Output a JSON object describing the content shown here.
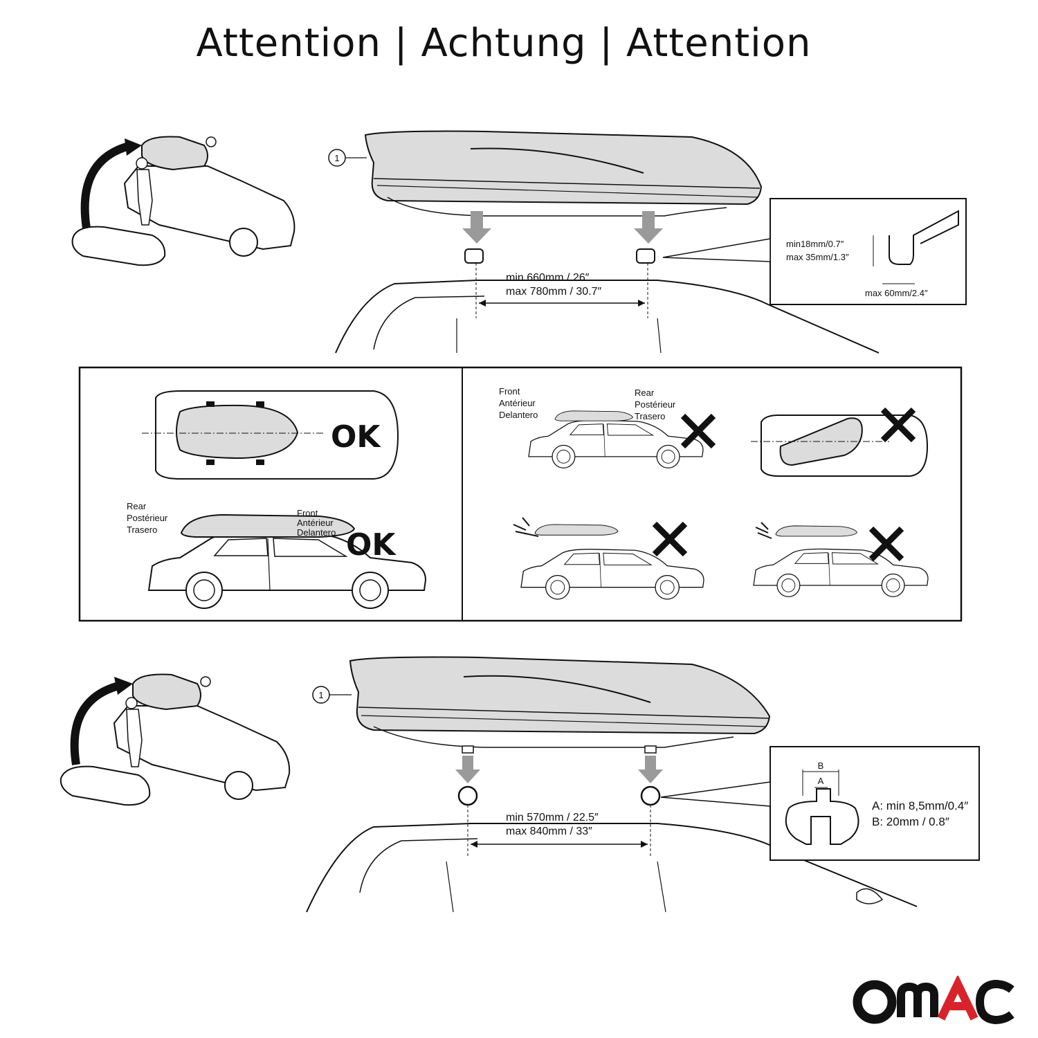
{
  "title": "Attention | Achtung | Attention",
  "section1": {
    "marker": "1",
    "spacing_min": "min 660mm / 26″",
    "spacing_max": "max 780mm / 30.7″",
    "bar_height_min": "min18mm/0.7″",
    "bar_height_max": "max 35mm/1.3″",
    "bar_width_max": "max 60mm/2.4″"
  },
  "placement": {
    "ok_label": "OK",
    "side_ok": {
      "rear": [
        "Rear",
        "Postérieur",
        "Trasero"
      ],
      "front": [
        "Front",
        "Antérieur",
        "Delantero"
      ],
      "verdict": "OK"
    },
    "side_wrong": {
      "front": [
        "Front",
        "Antérieur",
        "Delantero"
      ],
      "rear": [
        "Rear",
        "Postérieur",
        "Trasero"
      ]
    }
  },
  "section2": {
    "marker": "1",
    "spacing_min": "min 570mm / 22.5″",
    "spacing_max": "max 840mm / 33″",
    "slot_label_a": "A",
    "slot_label_b": "B",
    "slot_a": "A: min 8,5mm/0.4″",
    "slot_b": "B: 20mm / 0.8″"
  },
  "brand": {
    "logo_text": "OMAC",
    "logo_color": "#111111",
    "accent_color": "#d8232a"
  },
  "colors": {
    "line": "#111111",
    "box_fill": "#dcdcdc",
    "arrow_fill": "#9a9a9a"
  }
}
